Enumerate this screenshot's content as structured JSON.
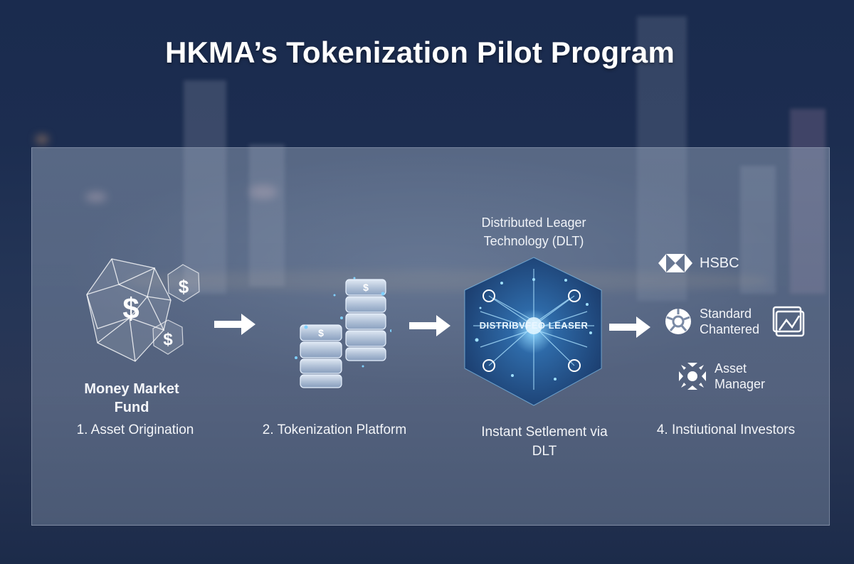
{
  "title": "HKMA’s Tokenization Pilot Program",
  "stages": [
    {
      "step": "1. Asset Origination",
      "caption": "Money Market Fund",
      "caption_lines": [
        "Money Market",
        "Fund"
      ],
      "icon": "dollar-polyhedron-icon"
    },
    {
      "step": "2. Tokenization Platform",
      "icon": "token-stack-icon"
    },
    {
      "step_lines": [
        "Instant Setlement via",
        "DLT"
      ],
      "heading_lines": [
        "Distributed Leager",
        "Technology (DLT)"
      ],
      "icon": "dlt-network-icon",
      "icon_text": "DISTRIBVFEO LEASER"
    },
    {
      "step": "4. Instiutional Investors",
      "investors": [
        {
          "name_lines": [
            "HSBC"
          ],
          "icon": "hsbc-logo-icon"
        },
        {
          "name_lines": [
            "Standard",
            "Chantered"
          ],
          "icon": "standard-chartered-logo-icon",
          "extra_icon": "chart-document-icon"
        },
        {
          "name_lines": [
            "Asset",
            "Manager"
          ],
          "icon": "asset-manager-icon"
        }
      ]
    }
  ],
  "arrows": [
    "arrow-right",
    "arrow-right",
    "arrow-right"
  ],
  "colors": {
    "background": "#1b2a49",
    "panel": "rgba(150,165,190,0.45)",
    "text": "#ffffff",
    "dlt_glow": "#5ab8ff"
  }
}
